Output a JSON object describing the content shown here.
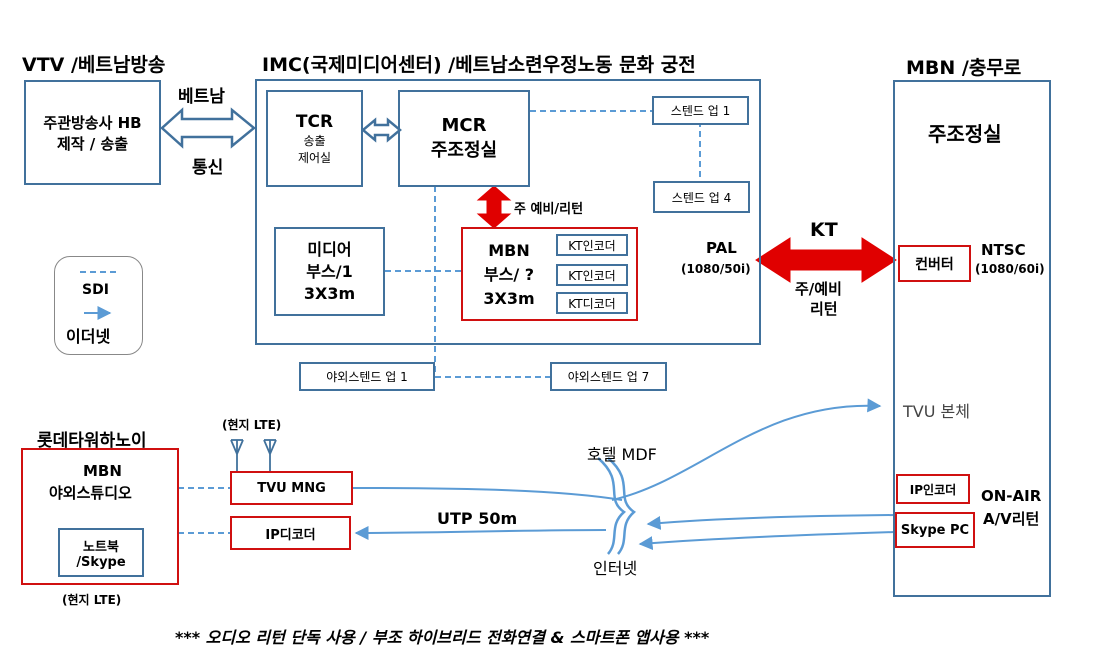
{
  "titles": {
    "vtv": "VTV /베트남방송",
    "imc": "IMC(국제미디어센터) /베트남소련우정노동 문화 궁전",
    "mbn": "MBN /충무로",
    "lotte": "롯데타워하노이"
  },
  "vtv_box": {
    "line1": "주관방송사 HB",
    "line2": "제작 / 송출"
  },
  "vietnam_link": {
    "top": "베트남",
    "bottom": "통신"
  },
  "tcr": {
    "title": "TCR",
    "line1": "송출",
    "line2": "제어실"
  },
  "mcr": {
    "title": "MCR",
    "subtitle": "주조정실"
  },
  "standup": {
    "s1": "스텐드 업 1",
    "s4": "스텐드 업 4"
  },
  "main_backup_return": "주 예비/리턴",
  "media_booth": {
    "line1": "미디어",
    "line2": "부스/1",
    "line3": "3X3m"
  },
  "mbn_booth": {
    "line1": "MBN",
    "line2": "부스/ ?",
    "line3": "3X3m"
  },
  "kt_codecs": [
    "KT인코더",
    "KT인코더",
    "KT디코더"
  ],
  "pal": {
    "label": "PAL",
    "format": "(1080/50i)"
  },
  "kt": {
    "label": "KT",
    "note1": "주/예비",
    "note2": "리턴"
  },
  "mbn_room": "주조정실",
  "converter": "컨버터",
  "ntsc": {
    "label": "NTSC",
    "format": "(1080/60i)"
  },
  "legend": {
    "sdi": "SDI",
    "ethernet": "이더넷"
  },
  "outdoor_standup": {
    "s1": "야외스텐드 업 1",
    "s7": "야외스텐드 업 7"
  },
  "tvu_body": "TVU 본체",
  "ip_encoder": "IP인코더",
  "skype_pc": "Skype PC",
  "on_air": {
    "line1": "ON-AIR",
    "line2": "A/V리턴"
  },
  "hotel_mdf": "호텔 MDF",
  "internet": "인터넷",
  "utp": "UTP 50m",
  "lte_antenna": "(현지 LTE)",
  "lte_bottom": "(현지 LTE)",
  "studio": {
    "line1": "MBN",
    "line2": "야외스튜디오"
  },
  "laptop": {
    "line1": "노트북",
    "line2": "/Skype"
  },
  "tvu_mng": "TVU MNG",
  "ip_decoder": "IP디코더",
  "footer": "*** 오디오 리턴 단독 사용 / 부조 하이브리드 전화연결 & 스마트폰 앱사용 ***",
  "colors": {
    "blue": "#41719c",
    "red": "#d01010",
    "link_blue": "#5b9bd5"
  }
}
